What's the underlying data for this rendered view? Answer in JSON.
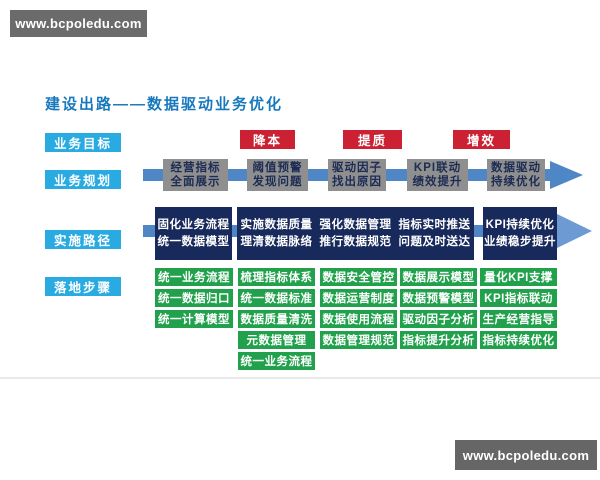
{
  "watermark": {
    "text": "www.bcpoledu.com"
  },
  "title": "建设出路——数据驱动业务优化",
  "row_labels": [
    "业务目标",
    "业务规划",
    "实施路径",
    "落地步骤"
  ],
  "goals": [
    "降本",
    "提质",
    "增效"
  ],
  "planning": [
    {
      "line1": "经营指标",
      "line2": "全面展示"
    },
    {
      "line1": "阈值预警",
      "line2": "发现问题"
    },
    {
      "line1": "驱动因子",
      "line2": "找出原因"
    },
    {
      "line1": "KPI联动",
      "line2": "绩效提升"
    },
    {
      "line1": "数据驱动",
      "line2": "持续优化"
    }
  ],
  "path": [
    {
      "line1": "固化业务流程",
      "line2": "统一数据模型"
    },
    {
      "line1": "实施数据质量",
      "line2": "理清数据脉络"
    },
    {
      "line1": "强化数据管理",
      "line2": "推行数据规范"
    },
    {
      "line1": "指标实时推送",
      "line2": "问题及时送达"
    },
    {
      "line1": "KPI持续优化",
      "line2": "业绩稳步提升"
    }
  ],
  "steps": {
    "col1": [
      "统一业务流程",
      "统一数据归口",
      "统一计算模型"
    ],
    "col2": [
      "梳理指标体系",
      "统一数据标准",
      "数据质量清洗",
      "元数据管理",
      "统一业务流程"
    ],
    "col3": [
      "数据安全管控",
      "数据运营制度",
      "数据使用流程",
      "数据管理规范"
    ],
    "col4": [
      "数据展示模型",
      "数据预警模型",
      "驱动因子分析",
      "指标提升分析"
    ],
    "col5": [
      "量化KPI支撑",
      "KPI指标联动",
      "生产经营指导",
      "指标持续优化"
    ]
  },
  "colors": {
    "title_blue": "#1878bd",
    "label_blue": "#29abe2",
    "goal_red": "#cb2133",
    "plan_gray": "#8f8f8f",
    "plan_text_navy": "#1d2c54",
    "arrow_band_blue": "#4f86c5",
    "arrow_head_light_blue": "#6e9ad3",
    "path_navy": "#182a5c",
    "step_green": "#21a14c",
    "watermark_gray": "#6b6b6b"
  }
}
